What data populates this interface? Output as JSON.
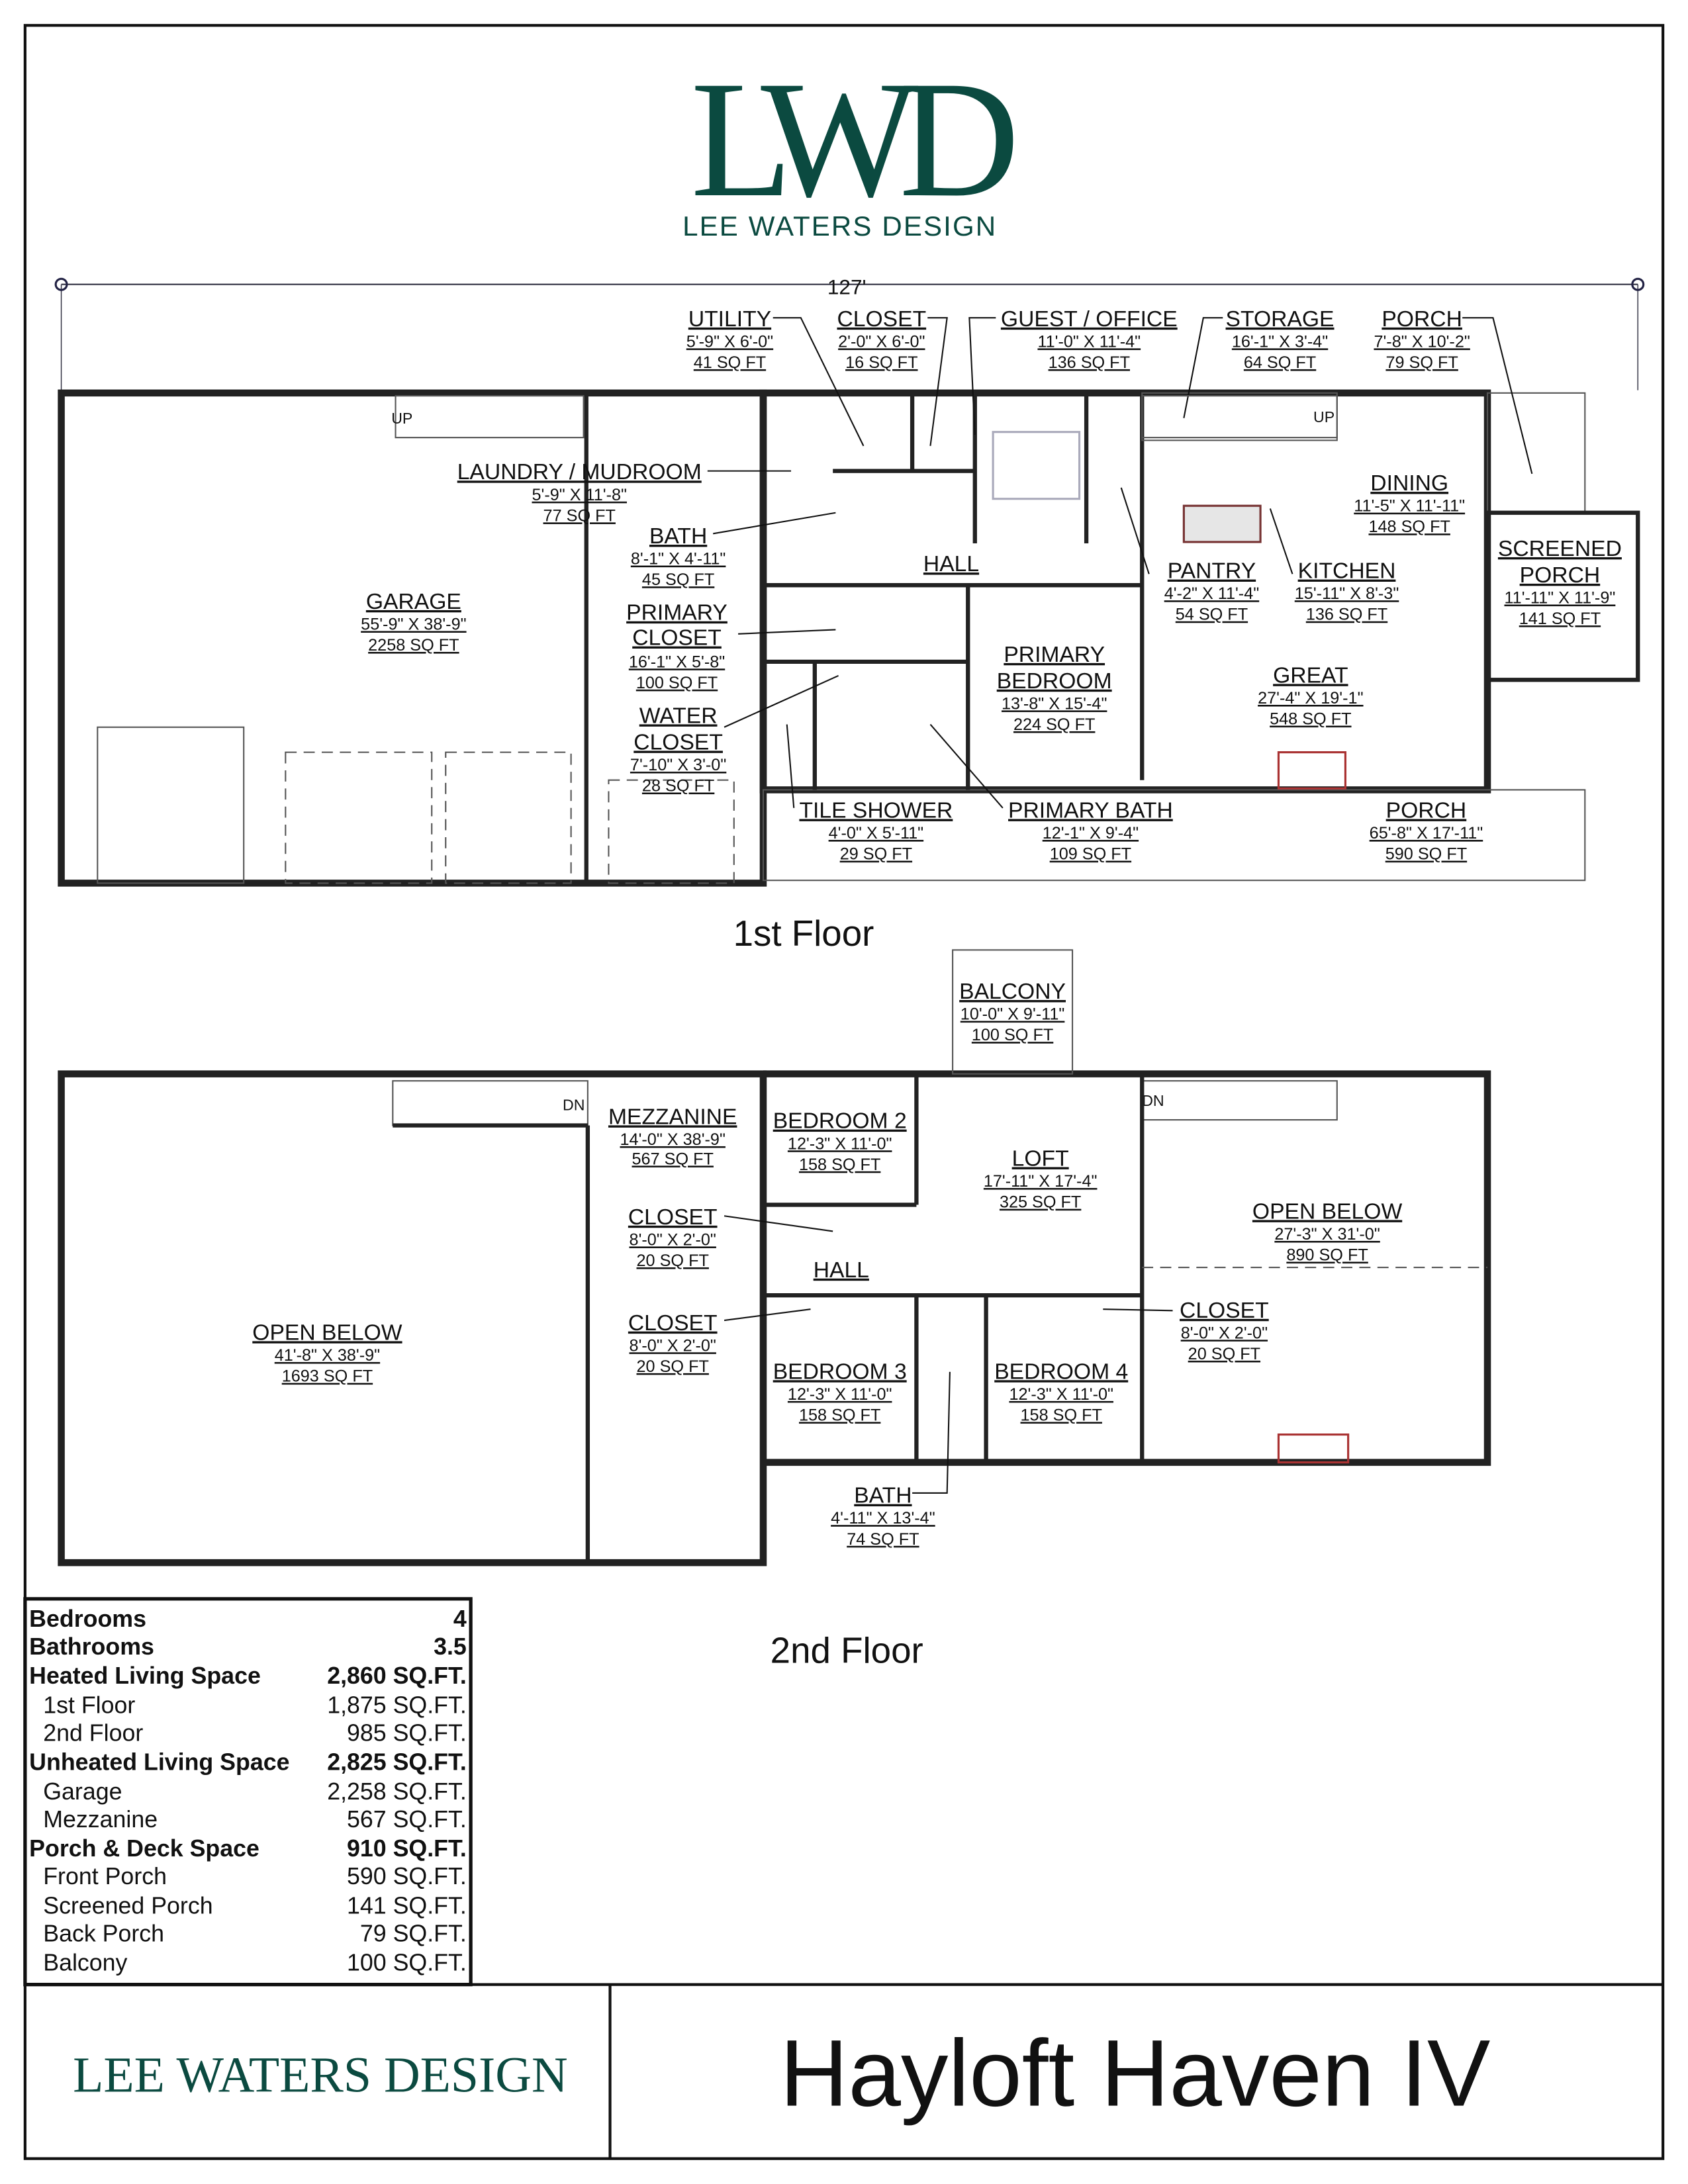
{
  "logo": {
    "monogram": "LWD",
    "company": "LEE WATERS DESIGN",
    "color": "#0b4a40"
  },
  "overall_dimension": "127'",
  "first_floor": {
    "title": "1st Floor",
    "rooms": [
      {
        "name": "UTILITY",
        "dims": "5'-9\" X 6'-0\"",
        "area": "41 SQ FT"
      },
      {
        "name": "CLOSET",
        "dims": "2'-0\" X 6'-0\"",
        "area": "16 SQ FT"
      },
      {
        "name": "GUEST / OFFICE",
        "dims": "11'-0\" X 11'-4\"",
        "area": "136 SQ FT"
      },
      {
        "name": "STORAGE",
        "dims": "16'-1\" X 3'-4\"",
        "area": "64 SQ FT"
      },
      {
        "name": "PORCH",
        "dims": "7'-8\" X 10'-2\"",
        "area": "79 SQ FT"
      },
      {
        "name": "LAUNDRY / MUDROOM",
        "dims": "5'-9\" X 11'-8\"",
        "area": "77 SQ FT"
      },
      {
        "name": "BATH",
        "dims": "8'-1\" X 4'-11\"",
        "area": "45 SQ FT"
      },
      {
        "name": "HALL"
      },
      {
        "name1": "PRIMARY",
        "name2": "CLOSET",
        "dims": "16'-1\" X 5'-8\"",
        "area": "100 SQ FT"
      },
      {
        "name1": "WATER",
        "name2": "CLOSET",
        "dims": "7'-10\" X 3'-0\"",
        "area": "28 SQ FT"
      },
      {
        "name": "GARAGE",
        "dims": "55'-9\" X 38'-9\"",
        "area": "2258 SQ FT"
      },
      {
        "name": "DINING",
        "dims": "11'-5\" X 11'-11\"",
        "area": "148 SQ FT"
      },
      {
        "name1": "SCREENED",
        "name2": "PORCH",
        "dims": "11'-11\" X 11'-9\"",
        "area": "141 SQ FT"
      },
      {
        "name": "PANTRY",
        "dims": "4'-2\" X 11'-4\"",
        "area": "54 SQ FT"
      },
      {
        "name": "KITCHEN",
        "dims": "15'-11\" X 8'-3\"",
        "area": "136 SQ FT"
      },
      {
        "name1": "PRIMARY",
        "name2": "BEDROOM",
        "dims": "13'-8\" X 15'-4\"",
        "area": "224 SQ FT"
      },
      {
        "name": "GREAT",
        "dims": "27'-4\" X 19'-1\"",
        "area": "548 SQ FT"
      },
      {
        "name": "TILE SHOWER",
        "dims": "4'-0\" X 5'-11\"",
        "area": "29 SQ FT"
      },
      {
        "name": "PRIMARY BATH",
        "dims": "12'-1\" X 9'-4\"",
        "area": "109 SQ FT"
      },
      {
        "name": "PORCH",
        "dims": "65'-8\" X 17'-11\"",
        "area": "590 SQ FT"
      }
    ],
    "stair_label": "UP"
  },
  "second_floor": {
    "title": "2nd Floor",
    "rooms": [
      {
        "name": "BALCONY",
        "dims": "10'-0\" X 9'-11\"",
        "area": "100 SQ FT"
      },
      {
        "name": "MEZZANINE",
        "dims": "14'-0\" X 38'-9\"",
        "area": "567 SQ FT"
      },
      {
        "name": "BEDROOM 2",
        "dims": "12'-3\" X 11'-0\"",
        "area": "158 SQ FT"
      },
      {
        "name": "LOFT",
        "dims": "17'-11\" X 17'-4\"",
        "area": "325 SQ FT"
      },
      {
        "name": "OPEN BELOW",
        "dims": "27'-3\" X 31'-0\"",
        "area": "890 SQ FT"
      },
      {
        "name": "CLOSET",
        "dims": "8'-0\" X 2'-0\"",
        "area": "20 SQ FT"
      },
      {
        "name": "HALL"
      },
      {
        "name": "CLOSET",
        "dims": "8'-0\" X 2'-0\"",
        "area": "20 SQ FT"
      },
      {
        "name": "OPEN BELOW",
        "dims": "41'-8\" X 38'-9\"",
        "area": "1693 SQ FT"
      },
      {
        "name": "CLOSET",
        "dims": "8'-0\" X 2'-0\"",
        "area": "20 SQ FT"
      },
      {
        "name": "BEDROOM 3",
        "dims": "12'-3\" X 11'-0\"",
        "area": "158 SQ FT"
      },
      {
        "name": "BEDROOM 4",
        "dims": "12'-3\" X 11'-0\"",
        "area": "158 SQ FT"
      },
      {
        "name": "BATH",
        "dims": "4'-11\" X 13'-4\"",
        "area": "74 SQ FT"
      }
    ],
    "stair_label": "DN"
  },
  "summary": [
    {
      "label": "Bedrooms",
      "value": "4",
      "bold": true
    },
    {
      "label": "Bathrooms",
      "value": "3.5",
      "bold": true
    },
    {
      "label": "Heated Living Space",
      "value": "2,860 SQ.FT.",
      "bold": true
    },
    {
      "label": "1st Floor",
      "value": "1,875 SQ.FT."
    },
    {
      "label": "2nd Floor",
      "value": "985 SQ.FT."
    },
    {
      "label": "Unheated Living Space",
      "value": "2,825 SQ.FT.",
      "bold": true
    },
    {
      "label": "Garage",
      "value": "2,258 SQ.FT."
    },
    {
      "label": "Mezzanine",
      "value": "567 SQ.FT."
    },
    {
      "label": "Porch & Deck Space",
      "value": "910 SQ.FT.",
      "bold": true
    },
    {
      "label": "Front Porch",
      "value": "590 SQ.FT."
    },
    {
      "label": "Screened Porch",
      "value": "141 SQ.FT."
    },
    {
      "label": "Back Porch",
      "value": "79 SQ.FT."
    },
    {
      "label": "Balcony",
      "value": "100 SQ.FT."
    }
  ],
  "title_block": {
    "company": "LEE WATERS DESIGN",
    "plan_name": "Hayloft Haven IV"
  }
}
